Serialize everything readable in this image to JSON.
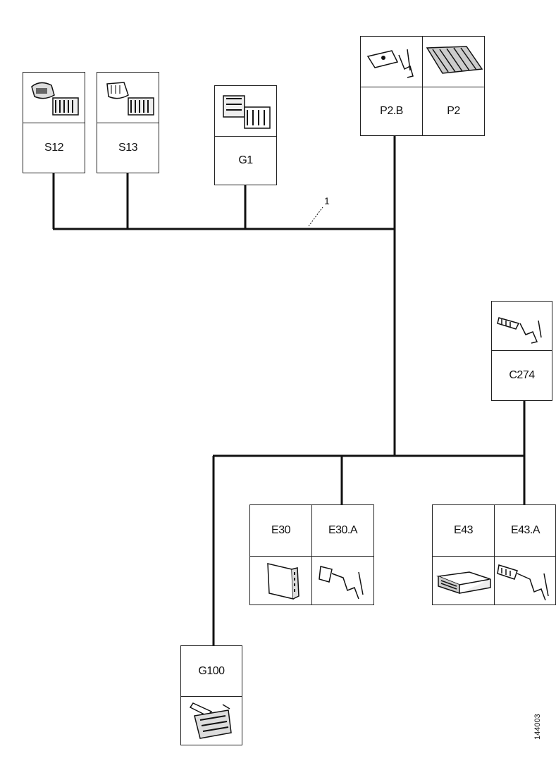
{
  "connectors": {
    "s12": "S12",
    "s13": "S13",
    "g1": "G1",
    "p2b": "P2.B",
    "p2": "P2",
    "c274": "C274",
    "e30": "E30",
    "e30a": "E30.A",
    "e43": "E43",
    "e43a": "E43.A",
    "g100": "G100"
  },
  "wire_label": "1",
  "figure_id": "144003",
  "icons": {
    "s12": "connector-housing-icon",
    "s13": "connector-housing-icon",
    "g1": "connector-block-icon",
    "p2b": "terminal-pin-icon",
    "p2": "connector-strip-icon",
    "c274": "terminal-pin-icon",
    "e30": "ecu-module-icon",
    "e30a": "terminal-pin-icon",
    "e43": "control-unit-icon",
    "e43a": "terminal-pin-icon",
    "g100": "connector-plug-icon"
  }
}
